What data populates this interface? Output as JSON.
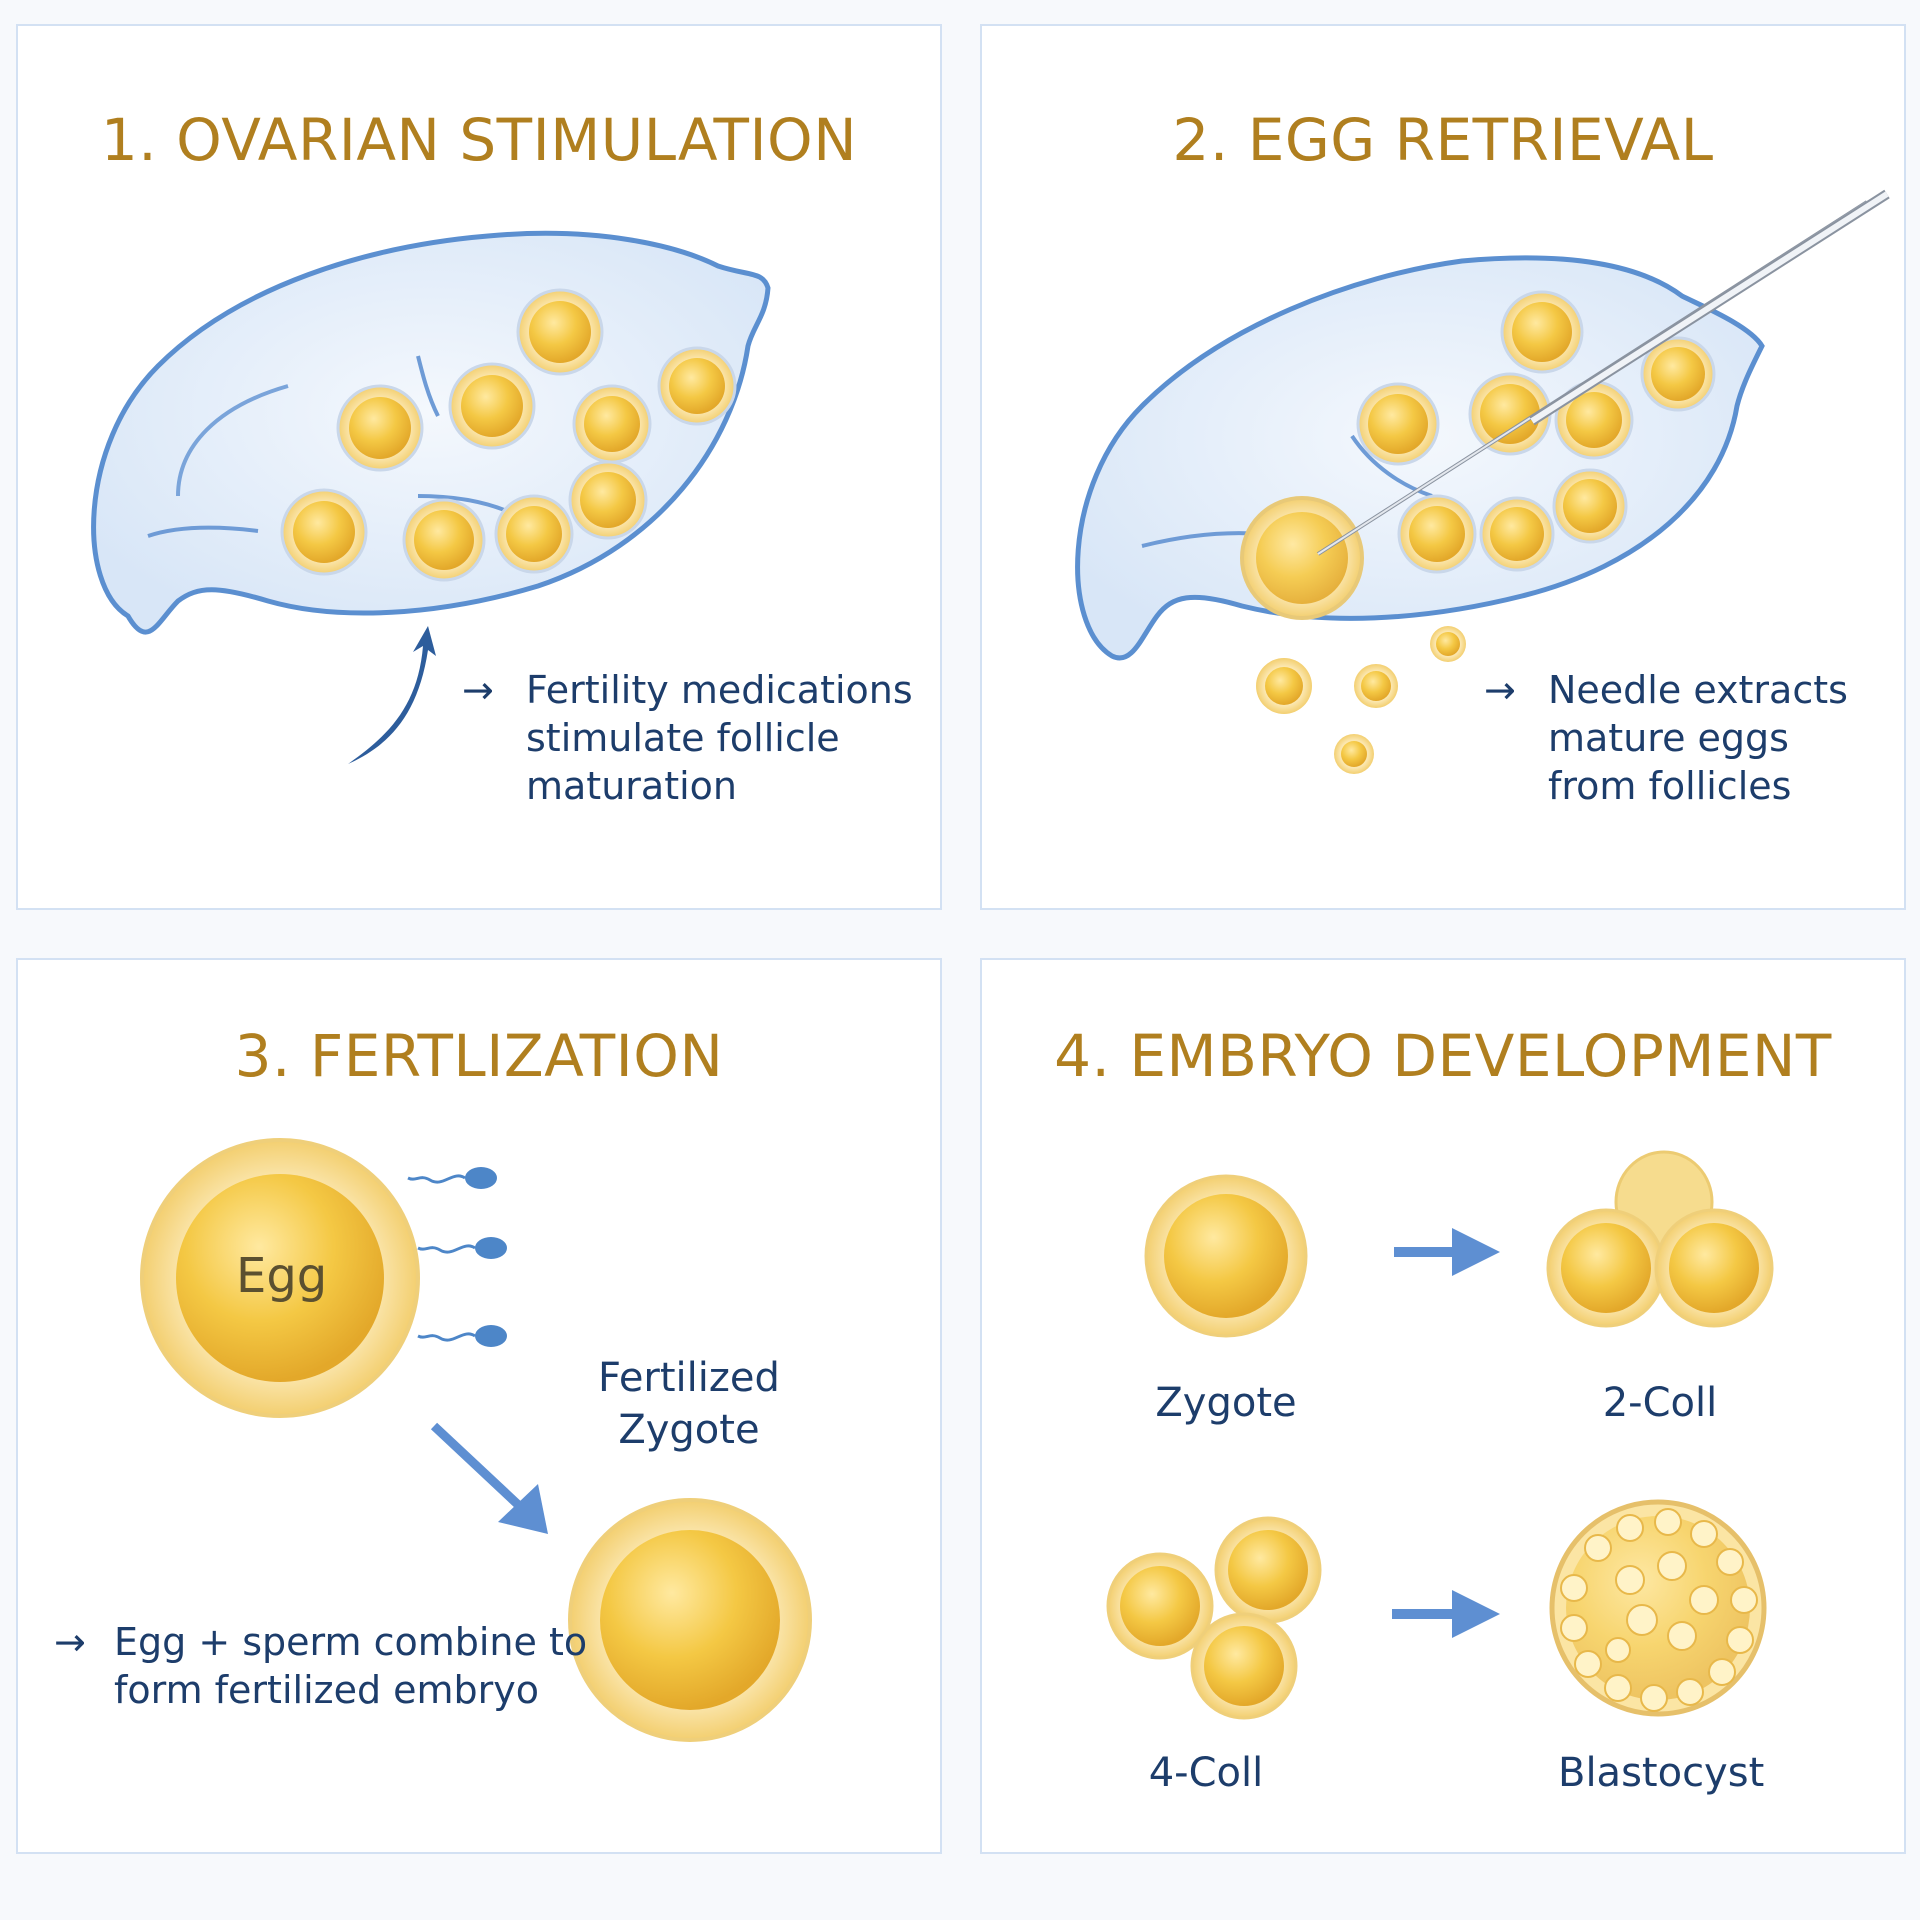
{
  "panels": {
    "stimulation": {
      "title": "1. OVARIAN STIMULATION",
      "arrow": "→",
      "caption": [
        "Fertility medications",
        "stimulate follicle",
        "maturation"
      ]
    },
    "retrieval": {
      "title": "2. EGG RETRIEVAL",
      "arrow": "→",
      "caption": [
        "Needle extracts",
        "mature eggs",
        "from follicles"
      ]
    },
    "fertilization": {
      "title": "3. FERTLIZATION",
      "egg_label": "Egg",
      "zygote_label": [
        "Fertilized",
        "Zygote"
      ],
      "arrow": "→",
      "caption": [
        "Egg + sperm combine to",
        "form fertilized embryo"
      ]
    },
    "embryo": {
      "title": "4. EMBRYO DEVELOPMENT",
      "stages": [
        "Zygote",
        "2-Coll",
        "4-Coll",
        "Blastocyst"
      ]
    }
  },
  "colors": {
    "title": "#b07f1f",
    "text": "#1d3d6b",
    "ovary_outline": "#5b8fd0",
    "ovary_fill": "#e6effa",
    "follicle": "#f2c84a",
    "arrow": "#5e8fd2"
  }
}
